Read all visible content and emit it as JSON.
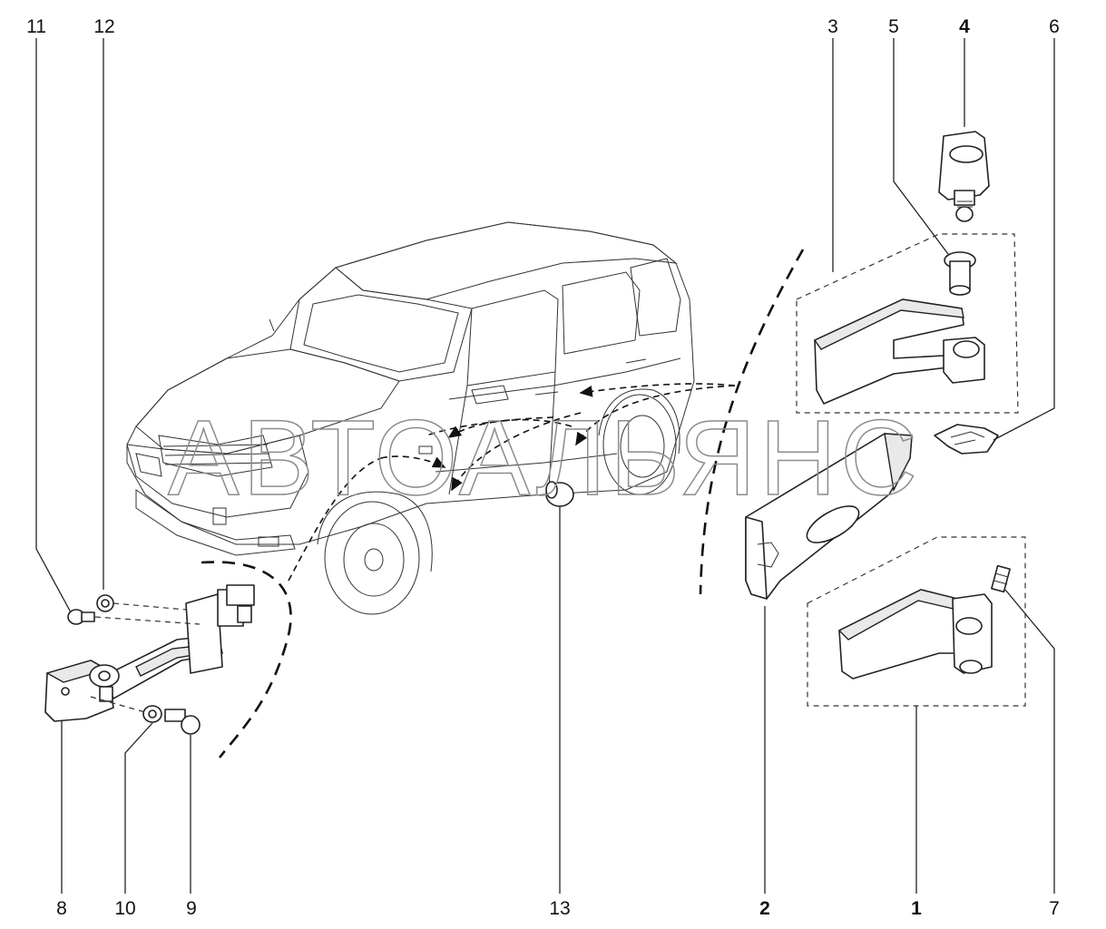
{
  "watermark": "АВТОАЛЬЯНС",
  "callouts": {
    "n1": "1",
    "n2": "2",
    "n3": "3",
    "n4": "4",
    "n5": "5",
    "n6": "6",
    "n7": "7",
    "n8": "8",
    "n9": "9",
    "n10": "10",
    "n11": "11",
    "n12": "12",
    "n13": "13"
  }
}
